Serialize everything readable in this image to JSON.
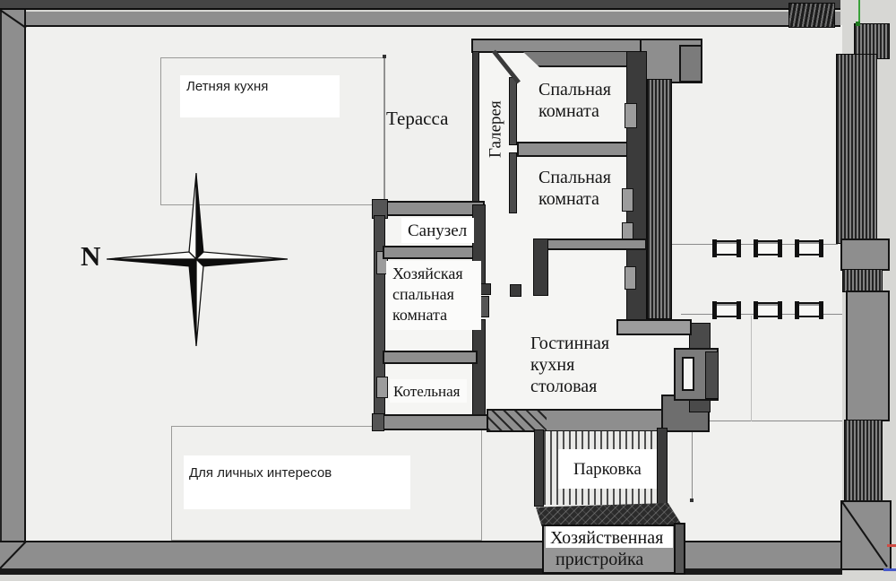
{
  "compass": {
    "north_label": "N"
  },
  "areas": {
    "summer_kitchen": "Летняя кухня",
    "terrace": "Терасса",
    "personal_interests": "Для личных интересов"
  },
  "rooms": {
    "gallery": "Галерея",
    "bedroom_top": {
      "l1": "Спальная",
      "l2": "комната"
    },
    "bedroom_bottom": {
      "l1": "Спальная",
      "l2": "комната"
    },
    "bathroom": "Санузел",
    "master_bedroom": {
      "l1": "Хозяйская",
      "l2": "спальная",
      "l3": "комната"
    },
    "boiler_room": "Котельная",
    "living_kitchen_dining": {
      "l1": "Гостинная",
      "l2": "кухня",
      "l3": "столовая"
    }
  },
  "outdoor": {
    "parking": "Парковка",
    "utility_annex": {
      "l1": "Хозяйственная",
      "l2": "пристройка"
    }
  },
  "colors": {
    "canvas_bg": "#d7d7d4",
    "yard": "#f0f0ee",
    "room_floor": "#f5f5f3",
    "wall_gray": "#8e8e8e",
    "wall_dark": "#3b3b3b",
    "outline_black": "#111111",
    "axis_green": "#3aa13a",
    "axis_red": "#cf4b43",
    "axis_blue": "#4759c8"
  }
}
